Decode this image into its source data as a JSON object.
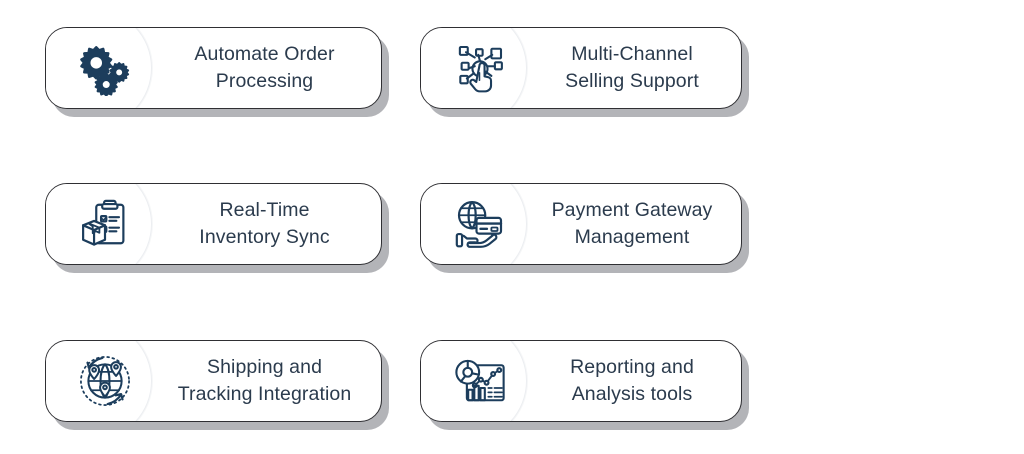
{
  "page": {
    "background_color": "#ffffff",
    "text_color": "#2b3b4d",
    "icon_color": "#1c3d5c",
    "card_border_color": "#2f2f33",
    "card_shadow_color": "#b3b4b8"
  },
  "cards": [
    {
      "id": "automate-order-processing",
      "label": "Automate Order\nProcessing",
      "icon": "gears-icon",
      "column": "left",
      "row": 1
    },
    {
      "id": "multi-channel-selling-support",
      "label": "Multi-Channel\nSelling Support",
      "icon": "network-hand-tap-icon",
      "column": "right",
      "row": 1
    },
    {
      "id": "real-time-inventory-sync",
      "label": "Real-Time\nInventory Sync",
      "icon": "clipboard-checklist-box-icon",
      "column": "left",
      "row": 2
    },
    {
      "id": "payment-gateway-management",
      "label": "Payment Gateway\nManagement",
      "icon": "globe-credit-card-hand-icon",
      "column": "right",
      "row": 2
    },
    {
      "id": "shipping-and-tracking-integration",
      "label": "Shipping and\nTracking Integration",
      "icon": "globe-location-pins-arrows-icon",
      "column": "left",
      "row": 3
    },
    {
      "id": "reporting-and-analysis-tools",
      "label": "Reporting and\nAnalysis tools",
      "icon": "report-charts-icon",
      "column": "right",
      "row": 3
    }
  ]
}
